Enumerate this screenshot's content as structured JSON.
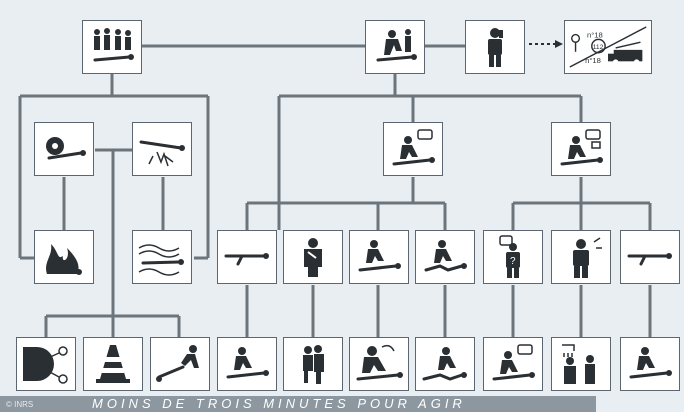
{
  "footer": {
    "title": "MOINS DE TROIS MINUTES POUR AGIR",
    "copyright": "© INRS"
  },
  "badge": {
    "n18_top": "n°18",
    "n112": "112",
    "n18_bottom": "n°18"
  },
  "colors": {
    "background": "#e9eef3",
    "box_border": "#5c6670",
    "line": "#6c757c",
    "footer_band": "#8c979f",
    "pictogram": "#2a2f33"
  },
  "nodes": [
    {
      "id": "witnesses",
      "icon": "group-of-witnesses-icon"
    },
    {
      "id": "rescuer-assess",
      "icon": "rescuer-kneeling-icon"
    },
    {
      "id": "phone-call",
      "icon": "person-phoning-icon"
    },
    {
      "id": "emergency-services",
      "icon": "fire-truck-emergency-icon"
    },
    {
      "id": "machine-hazard",
      "icon": "machine-roller-icon"
    },
    {
      "id": "electric-hazard",
      "icon": "electric-spark-icon"
    },
    {
      "id": "fire-hazard",
      "icon": "fire-icon"
    },
    {
      "id": "gas-hazard",
      "icon": "gas-fumes-icon"
    },
    {
      "id": "check-response-1",
      "icon": "rescuer-speech-icon"
    },
    {
      "id": "check-response-2",
      "icon": "rescuer-speech-icon"
    }
  ]
}
